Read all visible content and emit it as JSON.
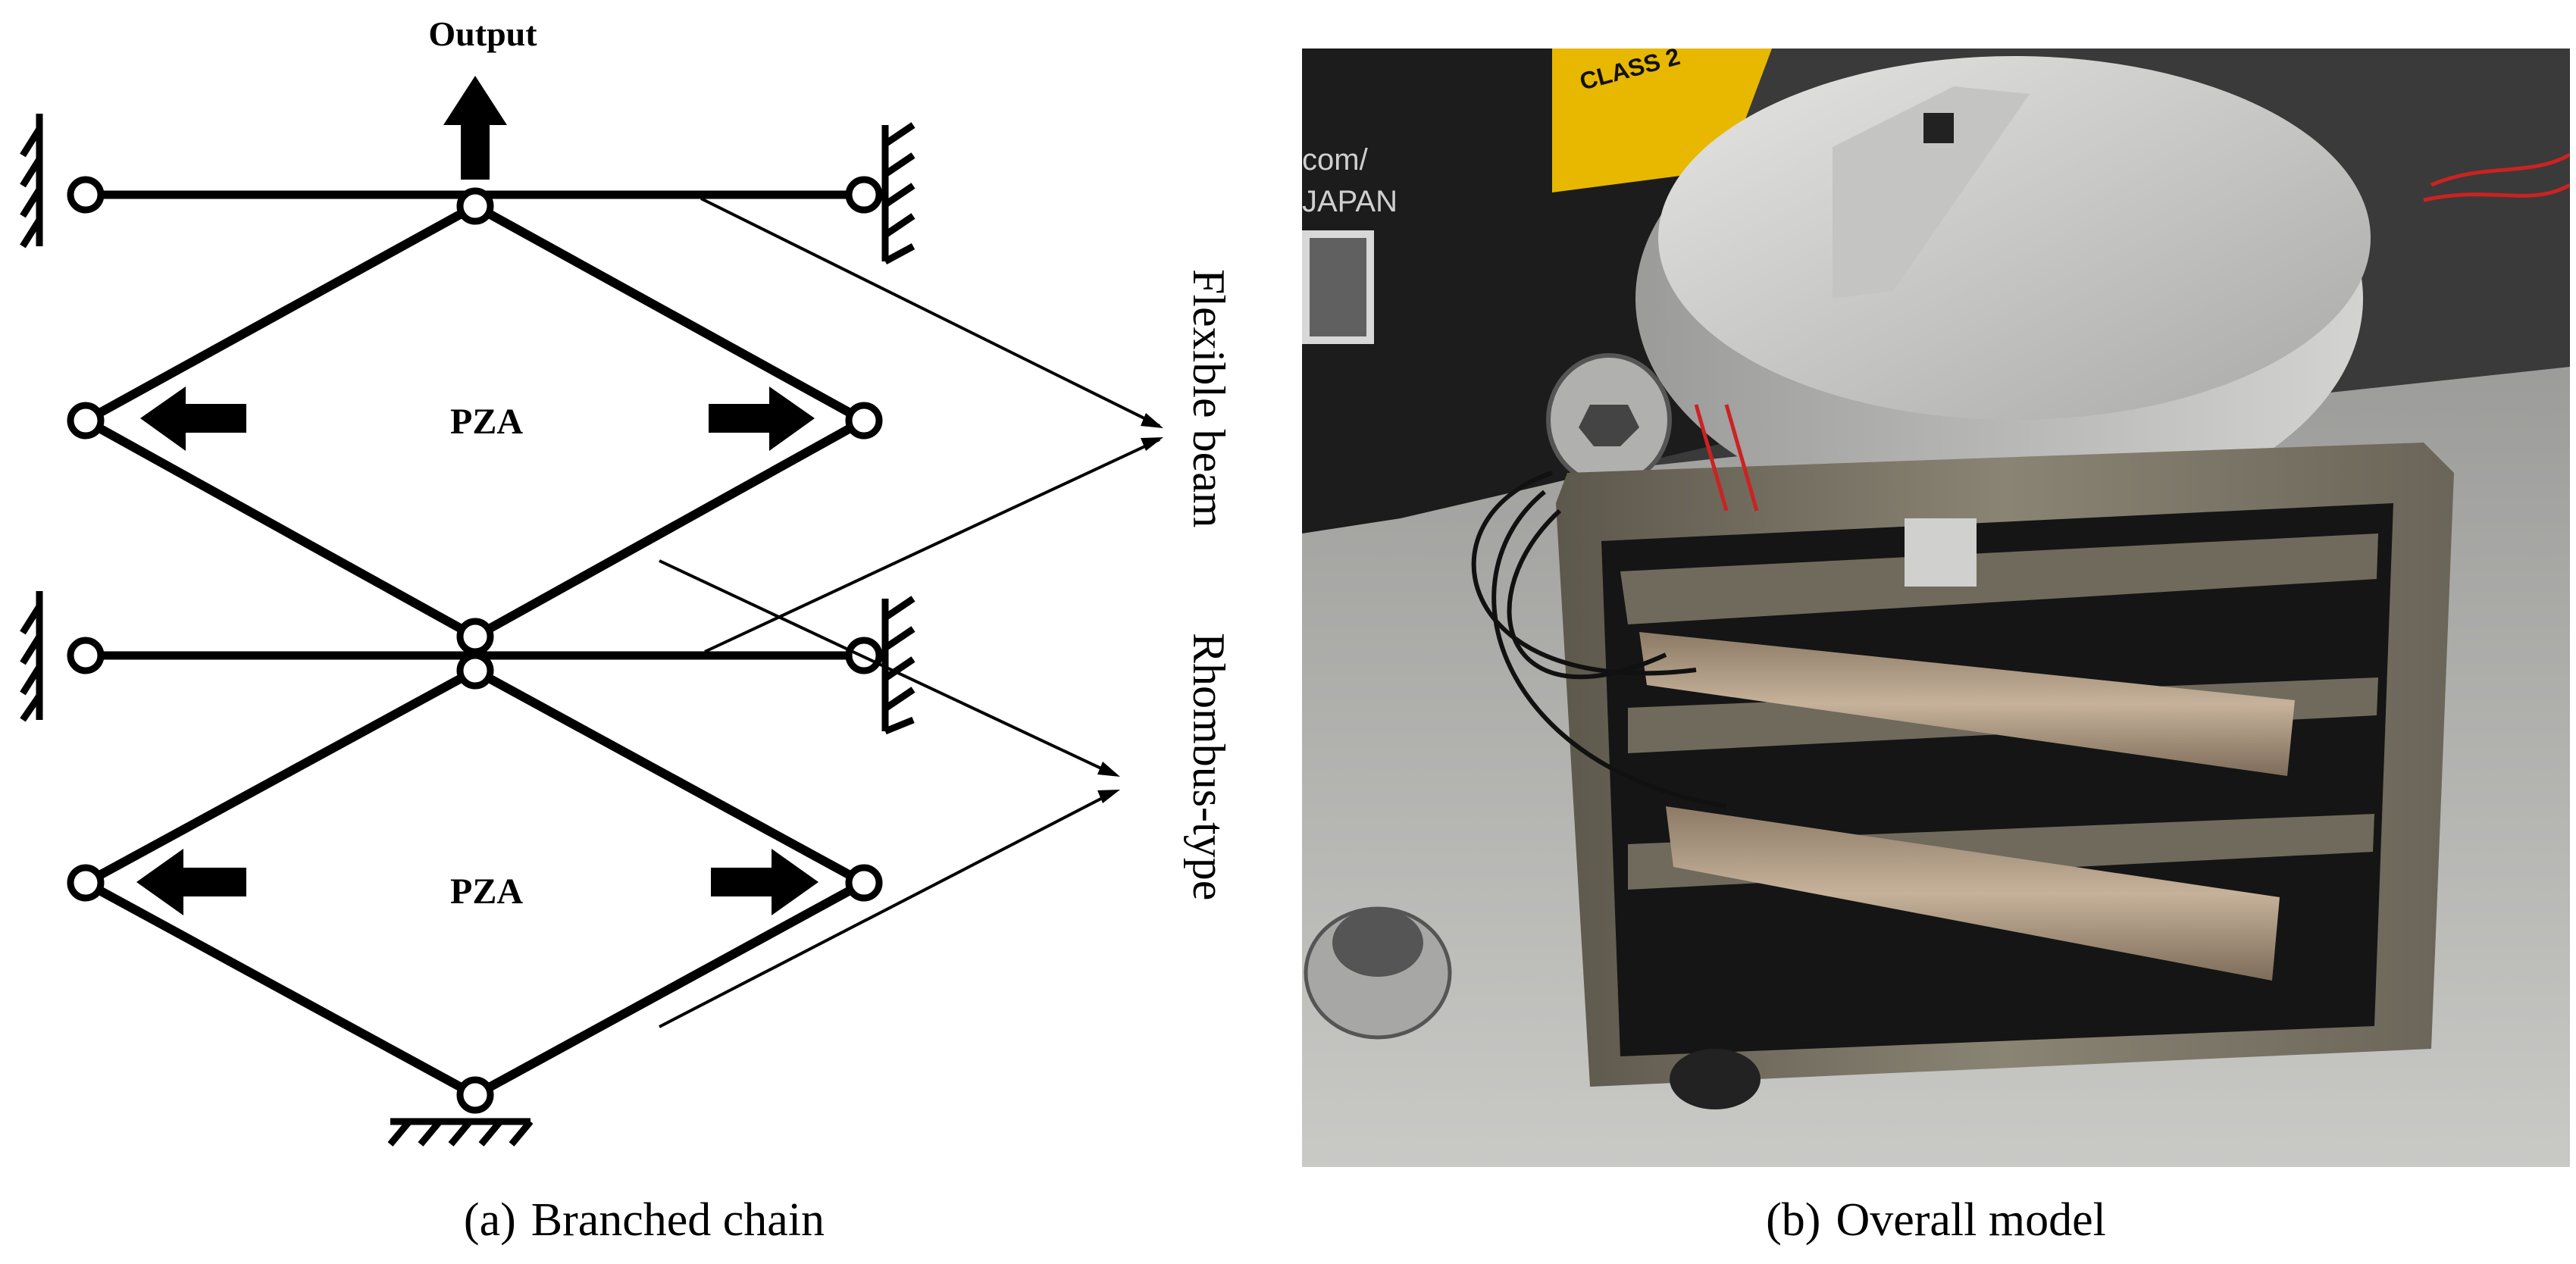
{
  "figure": {
    "panel_a": {
      "output_label": "Output",
      "pza_labels": [
        "PZA",
        "PZA"
      ],
      "annotation_flexible": "Flexible beam",
      "annotation_rhombus": "Rhombus-type",
      "caption_label": "(a)",
      "caption_text": "Branched chain"
    },
    "panel_b": {
      "caption_label": "(b)",
      "caption_text": "Overall model",
      "photo_text": {
        "label_sticker": "CLASS 2",
        "device_print_1": "com/",
        "device_print_2": "JAPAN"
      }
    }
  }
}
